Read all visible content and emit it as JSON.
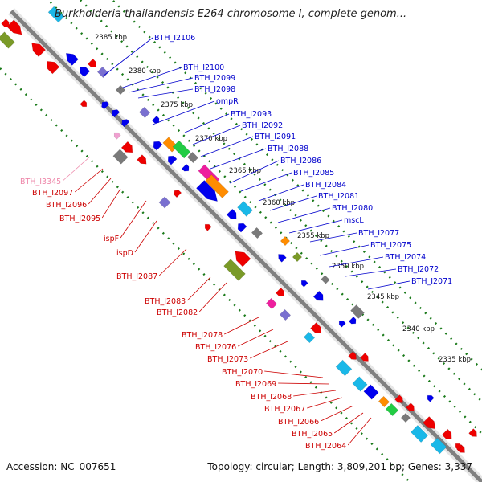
{
  "title": "Burkholderia thailandensis E264 chromosome I, complete genom...",
  "footer": {
    "accession": "Accession: NC_007651",
    "summary": "Topology: circular; Length: 3,809,201 bp; Genes: 3,337"
  },
  "colors": {
    "backbone": "#808080",
    "forward_label": "#0000cc",
    "reverse_label": "#cc0000",
    "pseudo_label": "#ee88aa",
    "tick": "#1a7a1a",
    "feature_red": "#ee0000",
    "feature_blue": "#0000ee",
    "feature_cyan": "#1ab8e8",
    "feature_gray": "#7a7a7a",
    "feature_olive": "#7a9a28",
    "feature_orange": "#ff8c00",
    "feature_magenta": "#ee1e9e",
    "feature_green": "#22cc44",
    "feature_purple": "#7a70d0"
  },
  "scale": [
    {
      "label": "2385 kbp"
    },
    {
      "label": "2380 kbp"
    },
    {
      "label": "2375 kbp"
    },
    {
      "label": "2370 kbp"
    },
    {
      "label": "2365 kbp"
    },
    {
      "label": "2360 kbp"
    },
    {
      "label": "2355 kbp"
    },
    {
      "label": "2350 kbp"
    },
    {
      "label": "2345 kbp"
    },
    {
      "label": "2340 kbp"
    },
    {
      "label": "2335 kbp"
    }
  ],
  "forward_labels": [
    "BTH_I2106",
    "BTH_I2100",
    "BTH_I2099",
    "BTH_I2098",
    "ompR",
    "BTH_I2093",
    "BTH_I2092",
    "BTH_I2091",
    "BTH_I2088",
    "BTH_I2086",
    "BTH_I2085",
    "BTH_I2084",
    "BTH_I2081",
    "BTH_I2080",
    "mscL",
    "BTH_I2077",
    "BTH_I2075",
    "BTH_I2074",
    "BTH_I2072",
    "BTH_I2071"
  ],
  "reverse_labels": [
    "BTH_I3345",
    "BTH_I2097",
    "BTH_I2096",
    "BTH_I2095",
    "ispF",
    "ispD",
    "BTH_I2087",
    "BTH_I2083",
    "BTH_I2082",
    "BTH_I2078",
    "BTH_I2076",
    "BTH_I2073",
    "BTH_I2070",
    "BTH_I2069",
    "BTH_I2068",
    "BTH_I2067",
    "BTH_I2066",
    "BTH_I2065",
    "BTH_I2064"
  ]
}
